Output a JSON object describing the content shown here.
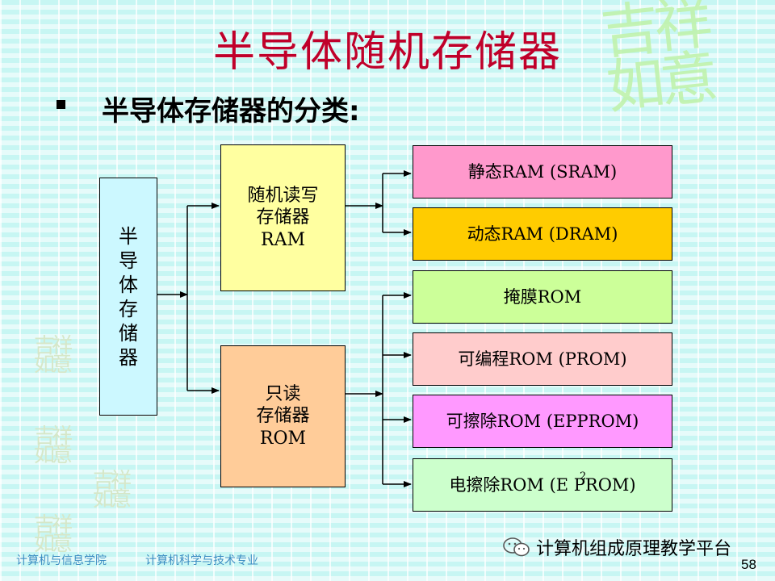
{
  "slide": {
    "title": "半导体随机存储器",
    "subtitle": "半导体存储器的分类:",
    "page_number": "58"
  },
  "diagram": {
    "root": [
      "半",
      "导",
      "体",
      "存",
      "储",
      "器"
    ],
    "ram": {
      "line1": "随机读写",
      "line2": "存储器",
      "line3": "RAM"
    },
    "rom": {
      "line1": "只读",
      "line2": "存储器",
      "line3": "ROM"
    },
    "leaves": {
      "sram": "静态RAM (SRAM)",
      "dram": "动态RAM (DRAM)",
      "mask": "掩膜ROM",
      "prom": "可编程ROM (PROM)",
      "eprom": "可擦除ROM (EPPROM)",
      "e2prom": "电擦除ROM (E PROM)",
      "e2prom_sup": "2"
    }
  },
  "decoration": {
    "logo_text_line1": "吉祥",
    "logo_text_line2": "如意"
  },
  "footer": {
    "college": "计算机与信息学院",
    "major": "计算机科学与技术专业",
    "brand": "计算机组成原理教学平台"
  }
}
